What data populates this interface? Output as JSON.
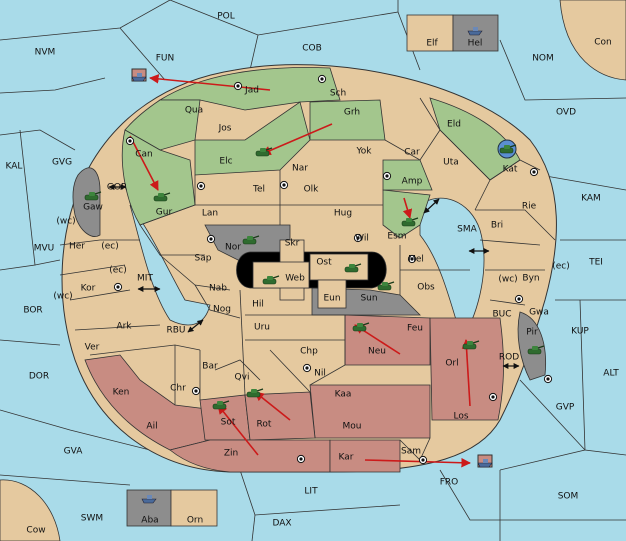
{
  "map": {
    "colors": {
      "sea": "#a9dbe9",
      "land": "#e5c99f",
      "northern_power": "#a3c68d",
      "southern_power": "#c88c82",
      "impassable": "#8d8d8d",
      "black_zone": "#000000",
      "arrow": "#cc1a1a"
    },
    "seas": [
      {
        "id": "POL",
        "label": "POL"
      },
      {
        "id": "NVM",
        "label": "NVM"
      },
      {
        "id": "FUN",
        "label": "FUN"
      },
      {
        "id": "COB",
        "label": "COB"
      },
      {
        "id": "NOM",
        "label": "NOM"
      },
      {
        "id": "Con",
        "label": "Con"
      },
      {
        "id": "OVD",
        "label": "OVD"
      },
      {
        "id": "KAL",
        "label": "KAL"
      },
      {
        "id": "GVG",
        "label": "GVG"
      },
      {
        "id": "KAM",
        "label": "KAM"
      },
      {
        "id": "MVU",
        "label": "MVU"
      },
      {
        "id": "TEI",
        "label": "TEI"
      },
      {
        "id": "BOR",
        "label": "BOR"
      },
      {
        "id": "KUP",
        "label": "KUP"
      },
      {
        "id": "DOR",
        "label": "DOR"
      },
      {
        "id": "ALT",
        "label": "ALT"
      },
      {
        "id": "GVP",
        "label": "GVP"
      },
      {
        "id": "GVA",
        "label": "GVA"
      },
      {
        "id": "SOM",
        "label": "SOM"
      },
      {
        "id": "FRO",
        "label": "FRO"
      },
      {
        "id": "LIT",
        "label": "LIT"
      },
      {
        "id": "SWM",
        "label": "SWM"
      },
      {
        "id": "DAX",
        "label": "DAX"
      },
      {
        "id": "Cow",
        "label": "Cow"
      },
      {
        "id": "GOR",
        "label": "GOR"
      },
      {
        "id": "MIT",
        "label": "MIT"
      },
      {
        "id": "RBU",
        "label": "RBU"
      },
      {
        "id": "SMA",
        "label": "SMA"
      },
      {
        "id": "BUC",
        "label": "BUC"
      },
      {
        "id": "ROD",
        "label": "ROD"
      }
    ],
    "provinces": [
      {
        "id": "Jad",
        "label": "Jad"
      },
      {
        "id": "Sch",
        "label": "Sch"
      },
      {
        "id": "Qua",
        "label": "Qua"
      },
      {
        "id": "Jos",
        "label": "Jos"
      },
      {
        "id": "Grh",
        "label": "Grh"
      },
      {
        "id": "Eld",
        "label": "Eld"
      },
      {
        "id": "Can",
        "label": "Can"
      },
      {
        "id": "Elc",
        "label": "Elc"
      },
      {
        "id": "Nar",
        "label": "Nar"
      },
      {
        "id": "Yok",
        "label": "Yok"
      },
      {
        "id": "Car",
        "label": "Car"
      },
      {
        "id": "Uta",
        "label": "Uta"
      },
      {
        "id": "Kat",
        "label": "Kat"
      },
      {
        "id": "Tel",
        "label": "Tel"
      },
      {
        "id": "Olk",
        "label": "Olk"
      },
      {
        "id": "Amp",
        "label": "Amp"
      },
      {
        "id": "Gaw",
        "label": "Gaw"
      },
      {
        "id": "Gur",
        "label": "Gur"
      },
      {
        "id": "Lan",
        "label": "Lan"
      },
      {
        "id": "Hug",
        "label": "Hug"
      },
      {
        "id": "Rie",
        "label": "Rie"
      },
      {
        "id": "Bri",
        "label": "Bri"
      },
      {
        "id": "Esm",
        "label": "Esm"
      },
      {
        "id": "Wil",
        "label": "Wil"
      },
      {
        "id": "Her",
        "label": "Her"
      },
      {
        "id": "Nor",
        "label": "Nor"
      },
      {
        "id": "Skr",
        "label": "Skr"
      },
      {
        "id": "Sap",
        "label": "Sap"
      },
      {
        "id": "Ost",
        "label": "Ost"
      },
      {
        "id": "Mel",
        "label": "Mel"
      },
      {
        "id": "Web",
        "label": "Web"
      },
      {
        "id": "Byn",
        "label": "Byn"
      },
      {
        "id": "Kor",
        "label": "Kor"
      },
      {
        "id": "Nab",
        "label": "Nab"
      },
      {
        "id": "Obs",
        "label": "Obs"
      },
      {
        "id": "Eun",
        "label": "Eun"
      },
      {
        "id": "Hil",
        "label": "Hil"
      },
      {
        "id": "Sun",
        "label": "Sun"
      },
      {
        "id": "Gwa",
        "label": "Gwa"
      },
      {
        "id": "Nog",
        "label": "Nog"
      },
      {
        "id": "Ark",
        "label": "Ark"
      },
      {
        "id": "Uru",
        "label": "Uru"
      },
      {
        "id": "Feu",
        "label": "Feu"
      },
      {
        "id": "Pir",
        "label": "Pir"
      },
      {
        "id": "Neu",
        "label": "Neu"
      },
      {
        "id": "Ver",
        "label": "Ver"
      },
      {
        "id": "Chp",
        "label": "Chp"
      },
      {
        "id": "Orl",
        "label": "Orl"
      },
      {
        "id": "Bar",
        "label": "Bar"
      },
      {
        "id": "Qvi",
        "label": "Qvi"
      },
      {
        "id": "Nil",
        "label": "Nil"
      },
      {
        "id": "Ken",
        "label": "Ken"
      },
      {
        "id": "Chr",
        "label": "Chr"
      },
      {
        "id": "Kaa",
        "label": "Kaa"
      },
      {
        "id": "Los",
        "label": "Los"
      },
      {
        "id": "Sot",
        "label": "Sot"
      },
      {
        "id": "Rot",
        "label": "Rot"
      },
      {
        "id": "Ail",
        "label": "Ail"
      },
      {
        "id": "Mou",
        "label": "Mou"
      },
      {
        "id": "Zin",
        "label": "Zin"
      },
      {
        "id": "Sam",
        "label": "Sam"
      },
      {
        "id": "Kar",
        "label": "Kar"
      },
      {
        "id": "Elf",
        "label": "Elf"
      },
      {
        "id": "Hel",
        "label": "Hel"
      },
      {
        "id": "Aba",
        "label": "Aba"
      },
      {
        "id": "Orn",
        "label": "Orn"
      }
    ],
    "coast_tags": [
      "(wc)",
      "(ec)",
      "(ec)",
      "(wc)",
      "(wc)",
      "(ec)"
    ],
    "units": [
      {
        "type": "army",
        "province": "Gaw"
      },
      {
        "type": "army",
        "province": "Gur"
      },
      {
        "type": "army",
        "province": "Elc"
      },
      {
        "type": "army",
        "province": "Nor"
      },
      {
        "type": "army",
        "province": "Esm"
      },
      {
        "type": "army",
        "province": "Web"
      },
      {
        "type": "army",
        "province": "Ost"
      },
      {
        "type": "army",
        "province": "Sun"
      },
      {
        "type": "army",
        "province": "Feu"
      },
      {
        "type": "army",
        "province": "Orl"
      },
      {
        "type": "army",
        "province": "Pir"
      },
      {
        "type": "army",
        "province": "Sot"
      },
      {
        "type": "army",
        "province": "Rot"
      },
      {
        "type": "army",
        "province": "Kat"
      },
      {
        "type": "fleet",
        "province": "Jad"
      },
      {
        "type": "fleet",
        "province": "Hel"
      },
      {
        "type": "fleet",
        "province": "Aba"
      },
      {
        "type": "fleet",
        "province": "Kar"
      }
    ],
    "legend_icons": [
      "tank-icon",
      "ship-icon",
      "supply-center-icon",
      "move-arrow-icon",
      "double-arrow-icon"
    ]
  }
}
